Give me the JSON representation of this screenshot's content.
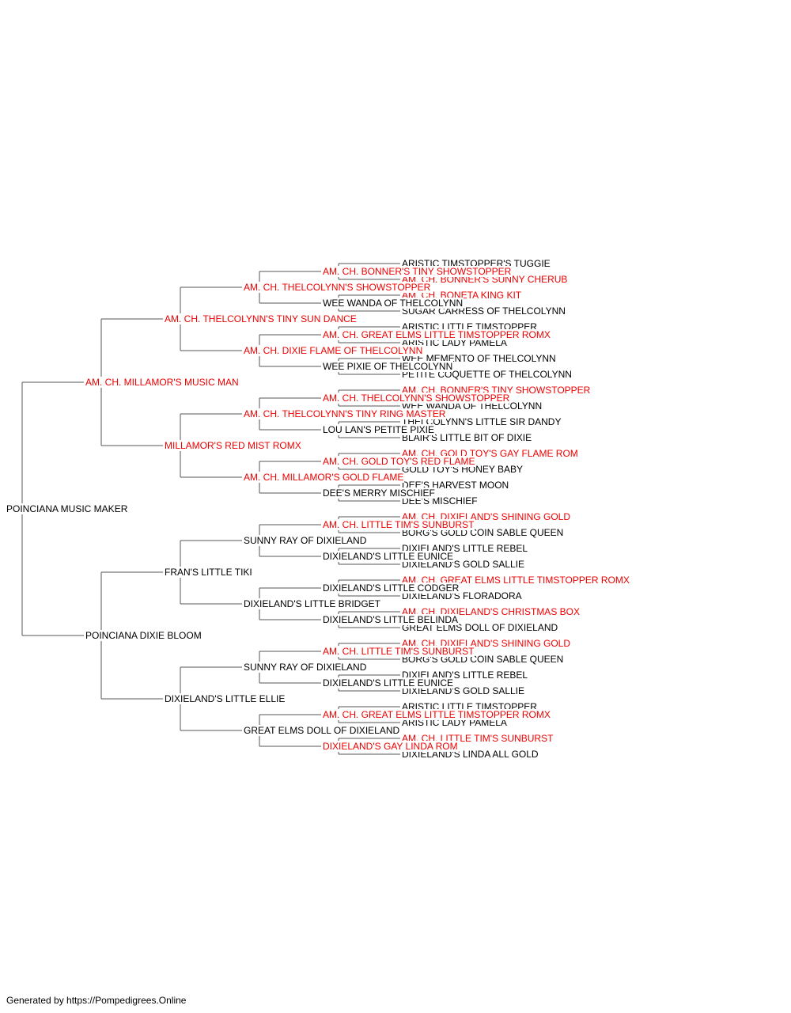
{
  "colors": {
    "champion": "#ee0000",
    "normal": "#000000",
    "line": "#555555"
  },
  "subject": {
    "name": "POINCIANA MUSIC MAKER",
    "champion": false
  },
  "pedigree": {
    "sire": {
      "name": "AM. CH. MILLAMOR'S MUSIC MAN",
      "champion": true,
      "sire": {
        "name": "AM. CH. THELCOLYNN'S TINY SUN DANCE",
        "champion": true,
        "sire": {
          "name": "AM. CH. THELCOLYNN'S SHOWSTOPPER",
          "champion": true,
          "sire": {
            "name": "AM. CH. BONNER'S TINY SHOWSTOPPER",
            "champion": true,
            "sire": {
              "name": "ARISTIC TIMSTOPPER'S TUGGIE",
              "champion": false
            },
            "dam": {
              "name": "AM. CH. BONNER'S SUNNY CHERUB",
              "champion": true
            }
          },
          "dam": {
            "name": "WEE WANDA OF THELCOLYNN",
            "champion": false,
            "sire": {
              "name": "AM. CH. BONETA KING KIT",
              "champion": true
            },
            "dam": {
              "name": "SUGAR CARRESS OF THELCOLYNN",
              "champion": false
            }
          }
        },
        "dam": {
          "name": "AM. CH. DIXIE FLAME OF THELCOLYNN",
          "champion": true,
          "sire": {
            "name": "AM. CH. GREAT ELMS LITTLE TIMSTOPPER ROMX",
            "champion": true,
            "sire": {
              "name": "ARISTIC LITTLE TIMSTOPPER",
              "champion": false
            },
            "dam": {
              "name": "ARISTIC LADY PAMELA",
              "champion": false
            }
          },
          "dam": {
            "name": "WEE PIXIE OF THELCOLYNN",
            "champion": false,
            "sire": {
              "name": "WEE MEMENTO OF THELCOLYNN",
              "champion": false
            },
            "dam": {
              "name": "PETITE COQUETTE OF THELCOLYNN",
              "champion": false
            }
          }
        }
      },
      "dam": {
        "name": "MILLAMOR'S RED MIST ROMX",
        "champion": true,
        "sire": {
          "name": "AM. CH. THELCOLYNN'S TINY RING MASTER",
          "champion": true,
          "sire": {
            "name": "AM. CH. THELCOLYNN'S SHOWSTOPPER",
            "champion": true,
            "sire": {
              "name": "AM. CH. BONNER'S TINY SHOWSTOPPER",
              "champion": true
            },
            "dam": {
              "name": "WEE WANDA OF THELCOLYNN",
              "champion": false
            }
          },
          "dam": {
            "name": "LOU LAN'S PETITE PIXIE",
            "champion": false,
            "sire": {
              "name": "THELCOLYNN'S LITTLE SIR DANDY",
              "champion": false
            },
            "dam": {
              "name": "BLAIR'S LITTLE BIT OF DIXIE",
              "champion": false
            }
          }
        },
        "dam": {
          "name": "AM. CH. MILLAMOR'S GOLD FLAME",
          "champion": true,
          "sire": {
            "name": "AM. CH. GOLD TOY'S RED FLAME",
            "champion": true,
            "sire": {
              "name": "AM. CH. GOLD TOY'S GAY FLAME ROM",
              "champion": true
            },
            "dam": {
              "name": "GOLD TOY'S HONEY BABY",
              "champion": false
            }
          },
          "dam": {
            "name": "DEE'S MERRY MISCHIEF",
            "champion": false,
            "sire": {
              "name": "DEE'S HARVEST MOON",
              "champion": false
            },
            "dam": {
              "name": "DEE'S MISCHIEF",
              "champion": false
            }
          }
        }
      }
    },
    "dam": {
      "name": "POINCIANA DIXIE BLOOM",
      "champion": false,
      "sire": {
        "name": "FRAN'S LITTLE TIKI",
        "champion": false,
        "sire": {
          "name": "SUNNY RAY OF DIXIELAND",
          "champion": false,
          "sire": {
            "name": "AM. CH. LITTLE TIM'S SUNBURST",
            "champion": true,
            "sire": {
              "name": "AM. CH. DIXIELAND'S SHINING GOLD",
              "champion": true
            },
            "dam": {
              "name": "BORG'S GOLD COIN SABLE QUEEN",
              "champion": false
            }
          },
          "dam": {
            "name": "DIXIELAND'S LITTLE EUNICE",
            "champion": false,
            "sire": {
              "name": "DIXIELAND'S LITTLE REBEL",
              "champion": false
            },
            "dam": {
              "name": "DIXIELAND'S GOLD SALLIE",
              "champion": false
            }
          }
        },
        "dam": {
          "name": "DIXIELAND'S LITTLE BRIDGET",
          "champion": false,
          "sire": {
            "name": "DIXIELAND'S LITTLE CODGER",
            "champion": false,
            "sire": {
              "name": "AM. CH. GREAT ELMS LITTLE TIMSTOPPER ROMX",
              "champion": true
            },
            "dam": {
              "name": "DIXIELAND'S FLORADORA",
              "champion": false
            }
          },
          "dam": {
            "name": "DIXIELAND'S LITTLE BELINDA",
            "champion": false,
            "sire": {
              "name": "AM. CH. DIXIELAND'S CHRISTMAS BOX",
              "champion": true
            },
            "dam": {
              "name": "GREAT ELMS DOLL OF DIXIELAND",
              "champion": false
            }
          }
        }
      },
      "dam": {
        "name": "DIXIELAND'S LITTLE ELLIE",
        "champion": false,
        "sire": {
          "name": "SUNNY RAY OF DIXIELAND",
          "champion": false,
          "sire": {
            "name": "AM. CH. LITTLE TIM'S SUNBURST",
            "champion": true,
            "sire": {
              "name": "AM. CH. DIXIELAND'S SHINING GOLD",
              "champion": true
            },
            "dam": {
              "name": "BORG'S GOLD COIN SABLE QUEEN",
              "champion": false
            }
          },
          "dam": {
            "name": "DIXIELAND'S LITTLE EUNICE",
            "champion": false,
            "sire": {
              "name": "DIXIELAND'S LITTLE REBEL",
              "champion": false
            },
            "dam": {
              "name": "DIXIELAND'S GOLD SALLIE",
              "champion": false
            }
          }
        },
        "dam": {
          "name": "GREAT ELMS DOLL OF DIXIELAND",
          "champion": false,
          "sire": {
            "name": "AM. CH. GREAT ELMS LITTLE TIMSTOPPER ROMX",
            "champion": true,
            "sire": {
              "name": "ARISTIC LITTLE TIMSTOPPER",
              "champion": false
            },
            "dam": {
              "name": "ARISTIC LADY PAMELA",
              "champion": false
            }
          },
          "dam": {
            "name": "DIXIELAND'S GAY LINDA ROM",
            "champion": true,
            "sire": {
              "name": "AM. CH. LITTLE TIM'S SUNBURST",
              "champion": true
            },
            "dam": {
              "name": "DIXIELAND'S LINDA ALL GOLD",
              "champion": false
            }
          }
        }
      }
    }
  },
  "footer": {
    "text": "Generated by https://Pompedigrees.Online"
  }
}
